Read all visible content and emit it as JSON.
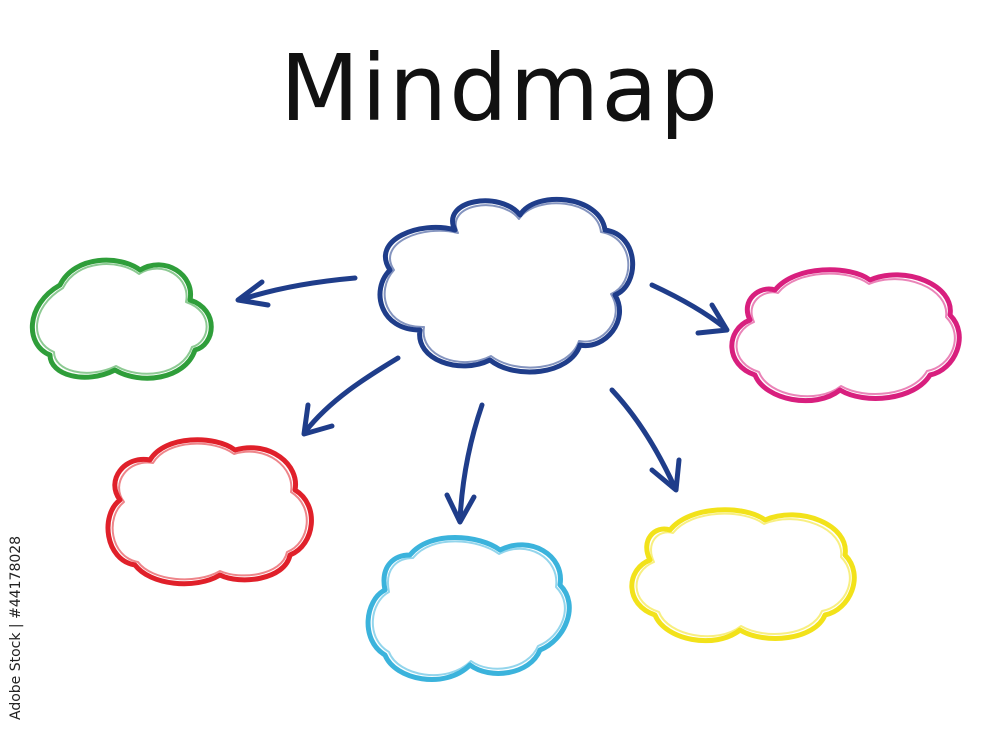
{
  "title": "Mindmap",
  "watermark": "Adobe Stock | #44178028",
  "colors": {
    "title": "#111111",
    "arrows": "#1f3d8a",
    "central": "#1f3d8a",
    "green": "#2f9e3a",
    "red": "#e0202a",
    "cyan": "#3bb3dc",
    "yellow": "#f2e21a",
    "magenta": "#d81f7e"
  },
  "nodes": [
    {
      "name": "central-cloud",
      "color": "#1f3d8a"
    },
    {
      "name": "green-cloud",
      "color": "#2f9e3a"
    },
    {
      "name": "red-cloud",
      "color": "#e0202a"
    },
    {
      "name": "cyan-cloud",
      "color": "#3bb3dc"
    },
    {
      "name": "yellow-cloud",
      "color": "#f2e21a"
    },
    {
      "name": "magenta-cloud",
      "color": "#d81f7e"
    }
  ]
}
